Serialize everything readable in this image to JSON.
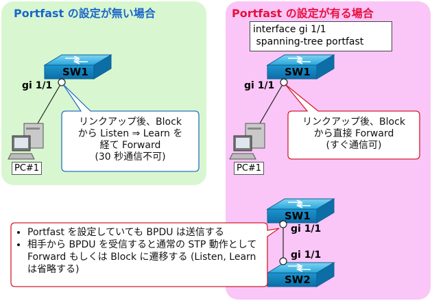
{
  "left": {
    "title": "Portfast の設定が無い場合",
    "switch_label": "SW1",
    "port_label": "gi 1/1",
    "callout": [
      "リンクアップ後、Block",
      "から Listen ⇒ Learn を",
      "経て Forward",
      "(30 秒通信不可)"
    ],
    "pc_label": "PC#1"
  },
  "right": {
    "title": "Portfast の設定が有る場合",
    "config": [
      "interface gi 1/1",
      " spanning-tree portfast"
    ],
    "switch_label": "SW1",
    "port_label": "gi 1/1",
    "callout": [
      "リンクアップ後、Block",
      "から直接 Forward",
      "(すぐ通信可)"
    ],
    "pc_label": "PC#1",
    "sw1_lower_label": "SW1",
    "sw1_lower_port": "gi 1/1",
    "sw2_port": "gi 1/1",
    "sw2_label": "SW2"
  },
  "note": {
    "items": [
      "Portfast を設定していても BPDU は送信する",
      "相手から BPDU を受信すると通常の STP 動作として Forward もしくは Block に遷移する (Listen, Learn は省略する)"
    ]
  },
  "colors": {
    "left_panel": "#d8f7d0",
    "right_panel": "#f9c6f7",
    "left_title": "#1b66c9",
    "right_title": "#e8103f",
    "switch_blue": "#1e9fd8",
    "left_callout_border": "#2a6fc0",
    "right_callout_border": "#d21c2c"
  }
}
